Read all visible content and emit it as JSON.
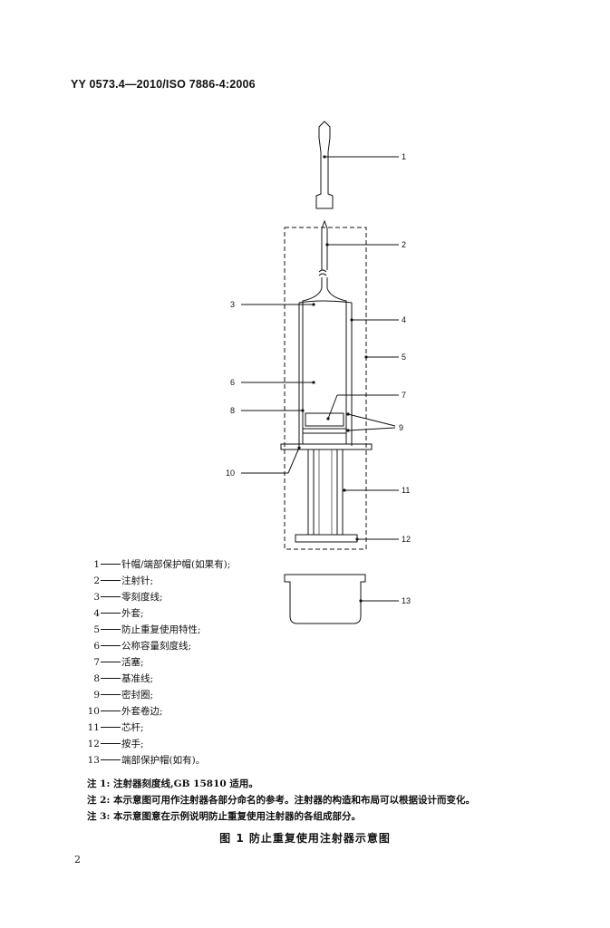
{
  "header": {
    "standard": "YY 0573.4—2010/ISO 7886-4:2006"
  },
  "figure": {
    "callouts": [
      "1",
      "2",
      "3",
      "4",
      "5",
      "6",
      "7",
      "8",
      "9",
      "10",
      "11",
      "12",
      "13"
    ]
  },
  "legend": [
    {
      "num": "1",
      "text": "针帽/端部保护帽(如果有);"
    },
    {
      "num": "2",
      "text": "注射针;"
    },
    {
      "num": "3",
      "text": "零刻度线;"
    },
    {
      "num": "4",
      "text": "外套;"
    },
    {
      "num": "5",
      "text": "防止重复使用特性;"
    },
    {
      "num": "6",
      "text": "公称容量刻度线;"
    },
    {
      "num": "7",
      "text": "活塞;"
    },
    {
      "num": "8",
      "text": "基准线;"
    },
    {
      "num": "9",
      "text": "密封圈;"
    },
    {
      "num": "10",
      "text": "外套卷边;"
    },
    {
      "num": "11",
      "text": "芯杆;"
    },
    {
      "num": "12",
      "text": "按手;"
    },
    {
      "num": "13",
      "text": "端部保护帽(如有)。"
    }
  ],
  "notes": [
    "注 1: 注射器刻度线,GB 15810 适用。",
    "注 2: 本示意图可用作注射器各部分命名的参考。注射器的构造和布局可以根据设计而变化。",
    "注 3: 本示意图意在示例说明防止重复使用注射器的各组成部分。"
  ],
  "caption": "图 1   防止重复使用注射器示意图",
  "page_number": "2"
}
